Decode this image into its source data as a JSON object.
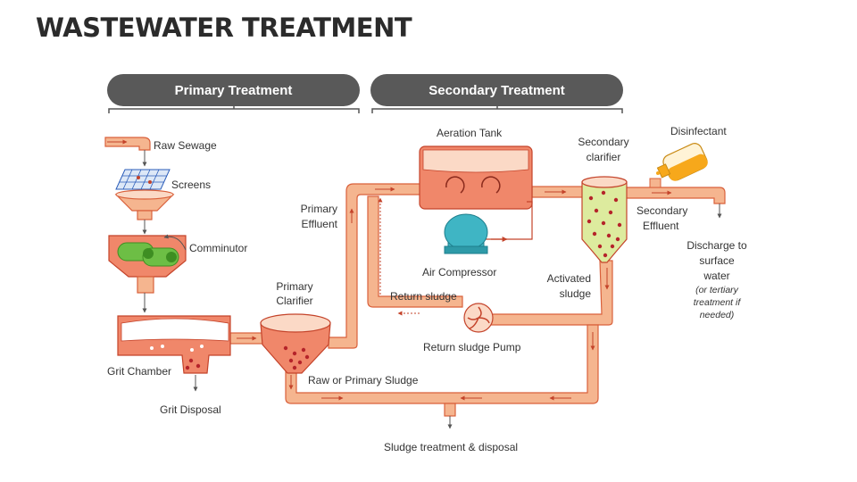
{
  "title": "WASTEWATER TREATMENT",
  "headers": {
    "primary": "Primary Treatment",
    "secondary": "Secondary Treatment"
  },
  "labels": {
    "raw_sewage": "Raw Sewage",
    "screens": "Screens",
    "comminutor": "Comminutor",
    "grit_chamber": "Grit Chamber",
    "grit_disposal": "Grit Disposal",
    "primary_clarifier_1": "Primary",
    "primary_clarifier_2": "Clarifier",
    "primary_effluent_1": "Primary",
    "primary_effluent_2": "Effluent",
    "raw_primary_sludge": "Raw or Primary Sludge",
    "aeration_tank": "Aeration Tank",
    "air_compressor": "Air Compressor",
    "return_sludge": "Return sludge",
    "return_sludge_pump": "Return sludge Pump",
    "secondary_clarifier_1": "Secondary",
    "secondary_clarifier_2": "clarifier",
    "activated_sludge_1": "Activated",
    "activated_sludge_2": "sludge",
    "disinfectant": "Disinfectant",
    "secondary_effluent_1": "Secondary",
    "secondary_effluent_2": "Effluent",
    "discharge_1": "Discharge to",
    "discharge_2": "surface",
    "discharge_3": "water",
    "discharge_note_1": "(or tertiary",
    "discharge_note_2": "treatment if",
    "discharge_note_3": "needed)",
    "sludge_treatment": "Sludge treatment & disposal"
  },
  "colors": {
    "pipe_fill": "#F5B58F",
    "pipe_stroke": "#D9603B",
    "tank_fill": "#F0876A",
    "tank_stroke": "#C4432A",
    "header_fill": "#595959",
    "comminutor_green": "#6DBE45",
    "compressor_teal": "#3FB5C4",
    "clarifier_green": "#DDEB9E",
    "disinfectant_orange": "#F7A81B"
  },
  "icons": [
    "arrow-icon",
    "screen-grid-icon",
    "funnel-icon",
    "comminutor-icon",
    "pump-icon",
    "bottle-icon",
    "compressor-icon"
  ]
}
